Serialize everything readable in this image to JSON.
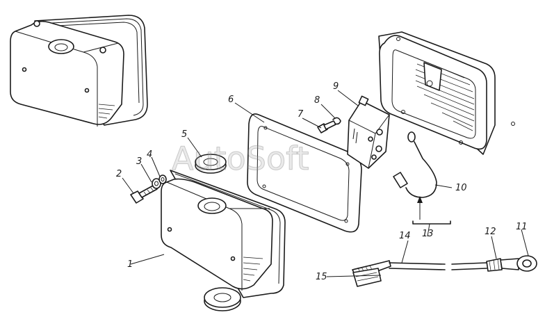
{
  "watermark": "AutoSoft",
  "labels": {
    "l1": "1",
    "l2": "2",
    "l3": "3",
    "l4": "4",
    "l5": "5",
    "l6": "6",
    "l7": "7",
    "l8": "8",
    "l9": "9",
    "l10": "10",
    "l11": "11",
    "l12": "12",
    "l13": "13",
    "l14": "14",
    "l15": "15"
  }
}
